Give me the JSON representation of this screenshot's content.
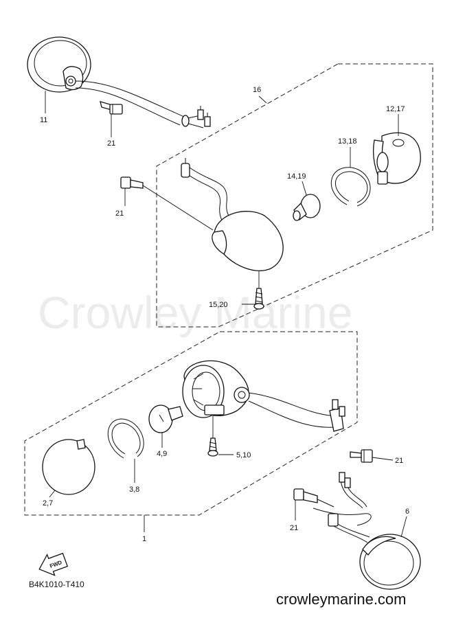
{
  "watermark": "Crowley Marine",
  "footer_site": "crowleymarine.com",
  "diagram_code": "B4K1010-T410",
  "fwd_label": "FWD",
  "callouts": {
    "c11": "11",
    "c21a": "21",
    "c16": "16",
    "c1217": "12,17",
    "c1318": "13,18",
    "c1419": "14,19",
    "c21b": "21",
    "c1520": "15,20",
    "c21c": "21",
    "c49": "4,9",
    "c510": "5,10",
    "c38": "3,8",
    "c27": "2,7",
    "c1": "1",
    "c21d": "21",
    "c6": "6"
  }
}
